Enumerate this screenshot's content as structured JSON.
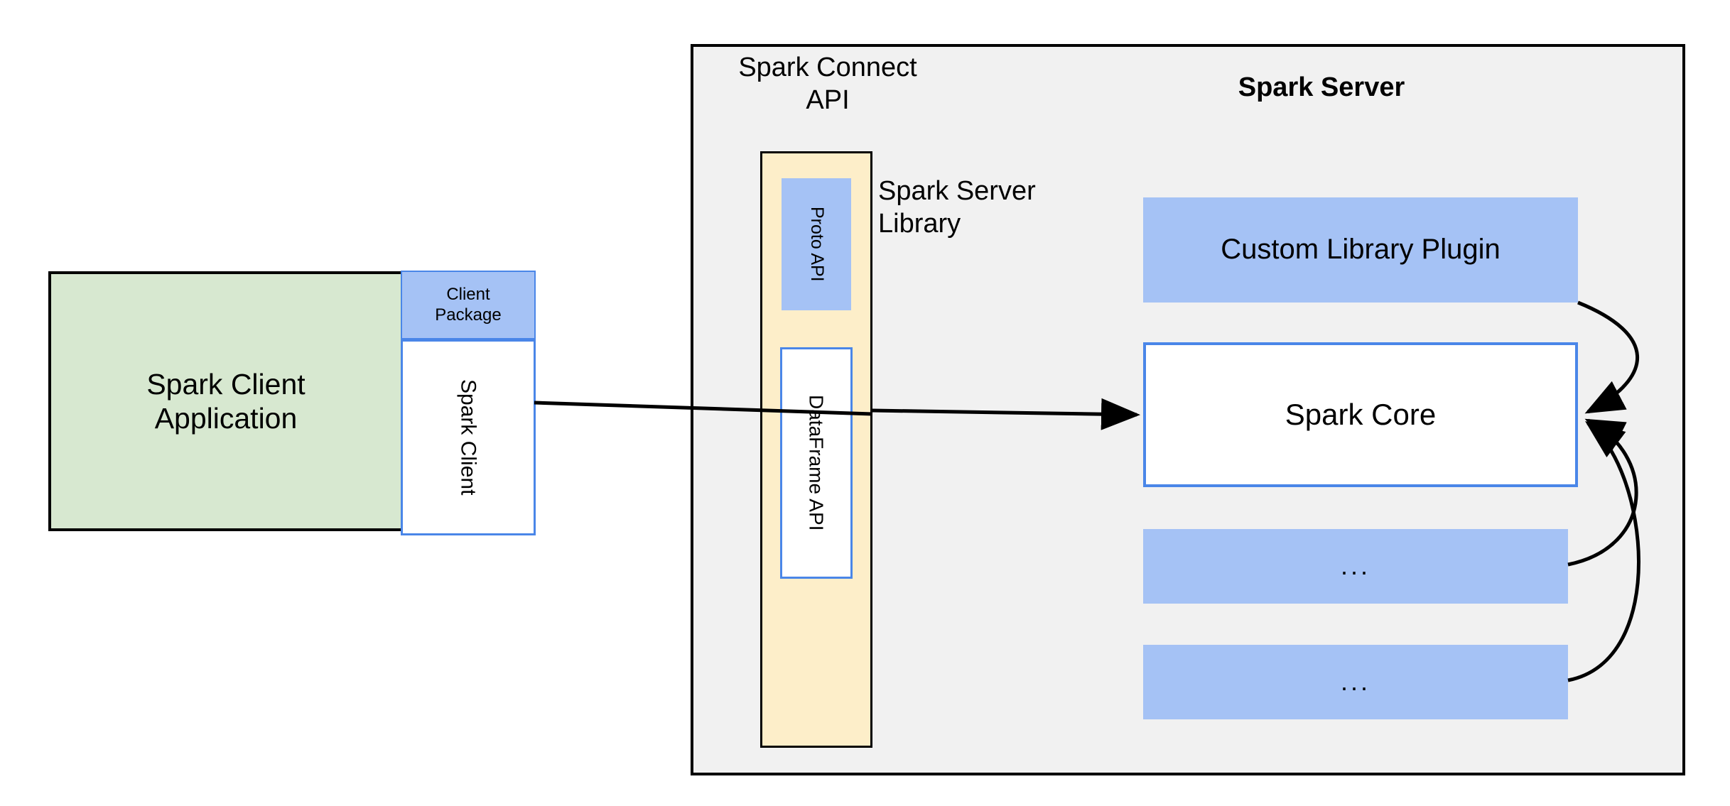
{
  "diagram": {
    "title": "Spark Connect architecture",
    "colors": {
      "client_app_fill": "#d7e8d0",
      "blue_fill": "#a5c2f5",
      "blue_border": "#4a86e8",
      "yellow_fill": "#fdeec9",
      "server_fill": "#f1f1f1",
      "outline": "#000000",
      "white_fill": "#ffffff"
    }
  },
  "client_side": {
    "application": {
      "label": "Spark Client\nApplication"
    },
    "package": {
      "label": "Client\nPackage"
    },
    "client": {
      "label": "Spark Client"
    }
  },
  "server_side": {
    "title": "Spark Server",
    "connect_api_label": "Spark Connect\nAPI",
    "server_library_label": "Spark Server\nLibrary",
    "connect_column": {
      "items": [
        {
          "label": "Proto API"
        },
        {
          "label": "DataFrame API"
        }
      ]
    },
    "components": [
      {
        "label": "Custom Library Plugin"
      },
      {
        "label": "Spark Core"
      },
      {
        "label": "..."
      },
      {
        "label": "..."
      }
    ]
  }
}
